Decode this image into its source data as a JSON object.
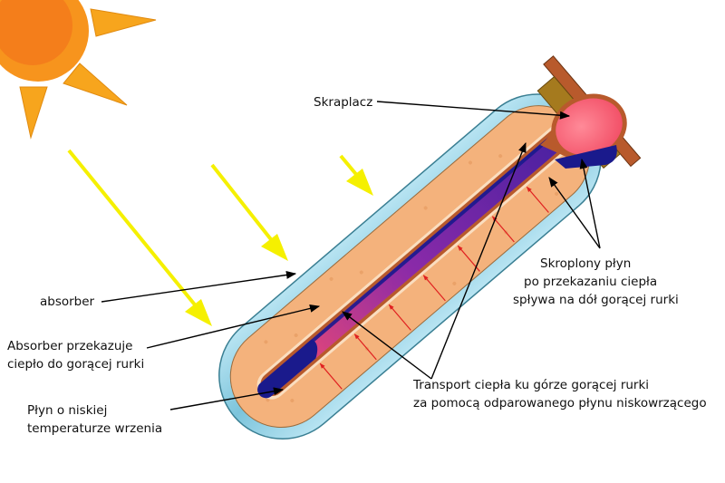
{
  "labels": {
    "condenser": "Skraplacz",
    "absorber": "absorber",
    "heat_transfer_1": "Absorber przekazuje",
    "heat_transfer_2": "ciepło do gorącej rurki",
    "fluid_1": "Płyn o niskiej",
    "fluid_2": "temperaturze wrzenia",
    "condensed_1": "Skroplony płyn",
    "condensed_2": "po przekazaniu ciepła",
    "condensed_3": "spływa na dół gorącej rurki",
    "transport_1": "Transport ciepła ku górze gorącej rurki",
    "transport_2": "za pomocą odparowanego płynu niskowrzącego"
  },
  "colors": {
    "sun": "#f7941d",
    "sunlight": "#f5f000",
    "glass": "#8fcde0",
    "absorber": "#f4b27c",
    "liquid": "#1a1a8c",
    "vapor_top": "#ff5a6e",
    "vapor_bottom": "#3e1fa0",
    "heat_arrows": "#e02020"
  }
}
